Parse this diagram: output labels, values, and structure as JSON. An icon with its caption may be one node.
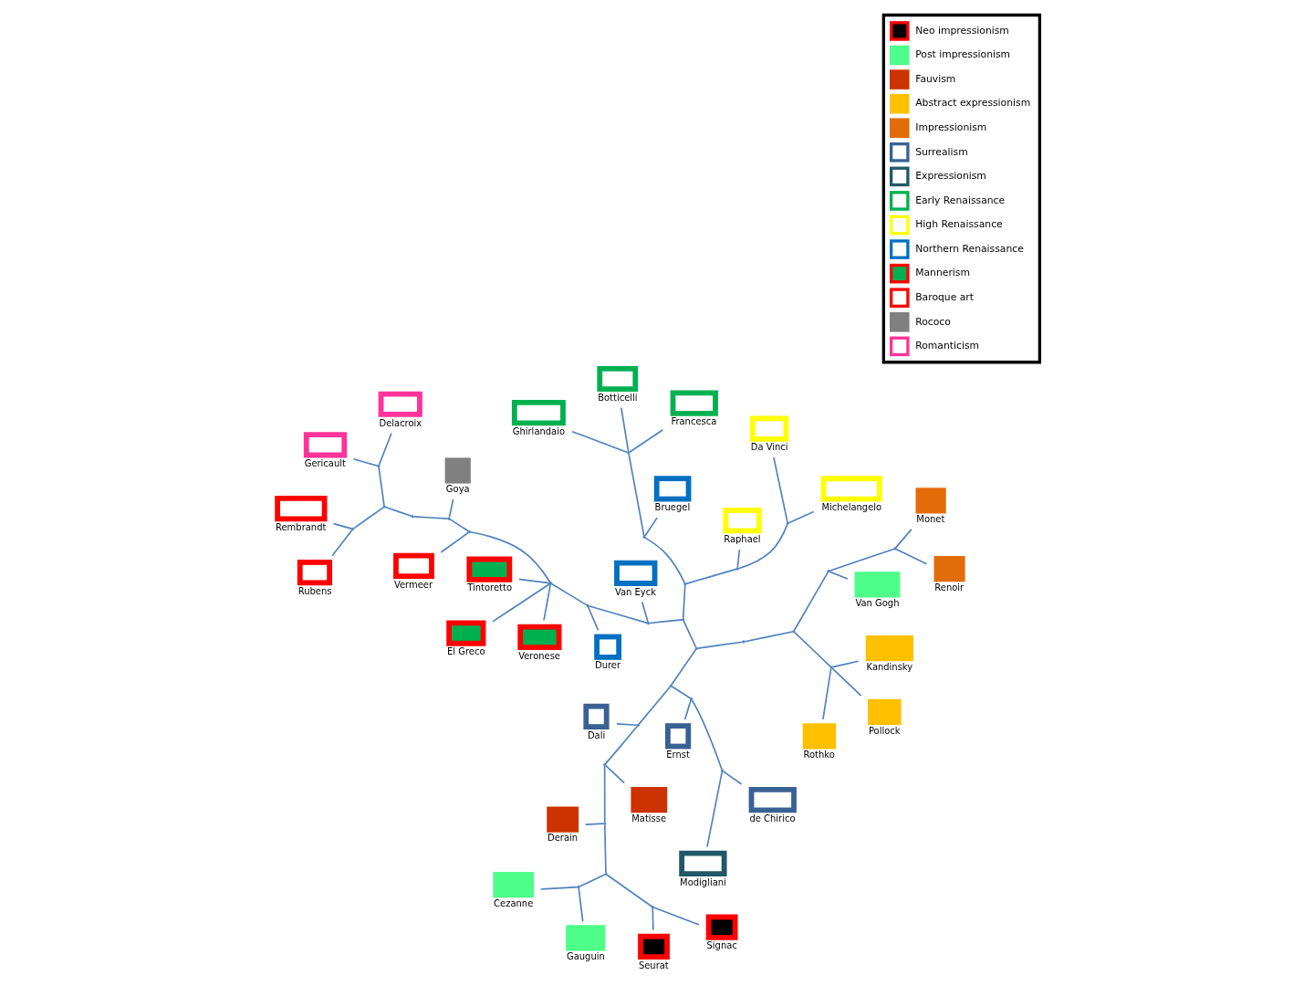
{
  "diagram": {
    "nodes": [
      {
        "text": [],
        "shape": "box",
        "beside": [
          "Seurat"
        ]
      },
      {
        "text": [],
        "shape": "box",
        "beside": [
          "Signac"
        ]
      },
      {
        "text": [],
        "shape": "box",
        "beside": [
          "Gauguin"
        ]
      },
      {
        "text": [],
        "shape": "box",
        "beside": [
          "Cezanne"
        ]
      },
      {
        "text": [],
        "shape": "box",
        "beside": [
          "Kandinsky"
        ]
      },
      {
        "text": [],
        "shape": "box",
        "beside": [
          "Derain"
        ]
      },
      {
        "text": [],
        "shape": "box",
        "beside": [
          "Rothko"
        ]
      },
      {
        "text": [],
        "shape": "box",
        "beside": [
          "Pollock"
        ]
      },
      {
        "text": [],
        "shape": "box",
        "beside": [
          "Van Gogh"
        ]
      },
      {
        "text": [],
        "shape": "box",
        "beside": [
          "Matisse"
        ]
      },
      {
        "text": [],
        "shape": "box",
        "beside": [
          "Renoir"
        ]
      },
      {
        "text": [],
        "shape": "box",
        "beside": [
          "Dali"
        ]
      },
      {
        "text": [],
        "shape": "box",
        "beside": [
          "Modigliani"
        ]
      },
      {
        "text": [],
        "shape": "box",
        "beside": [
          "Monet"
        ]
      },
      {
        "text": [],
        "shape": "box",
        "beside": [
          "de Chirico"
        ]
      },
      {
        "text": [],
        "shape": "box",
        "beside": [
          "Ernst"
        ]
      },
      {
        "text": [],
        "shape": "box",
        "beside": [
          "Bruegel"
        ]
      },
      {
        "text": [],
        "shape": "box",
        "beside": [
          "Botticelli"
        ]
      },
      {
        "text": [],
        "shape": "box",
        "beside": [
          "Ghirlandaio"
        ]
      },
      {
        "text": [],
        "shape": "box",
        "beside": [
          "Van Eyck"
        ]
      },
      {
        "text": [],
        "shape": "box",
        "beside": [
          "Durer"
        ]
      },
      {
        "text": [],
        "shape": "box",
        "beside": [
          "Vermeer"
        ]
      },
      {
        "text": [],
        "shape": "box",
        "beside": [
          "Francesca"
        ]
      },
      {
        "text": [],
        "shape": "box",
        "beside": [
          "Rembrandt"
        ]
      },
      {
        "text": [],
        "shape": "box",
        "beside": [
          "Raphael"
        ]
      },
      {
        "text": [],
        "shape": "box",
        "beside": [
          "Rubens"
        ]
      },
      {
        "text": [],
        "shape": "box",
        "beside": [
          "Michelangelo"
        ]
      },
      {
        "text": [],
        "shape": "box",
        "beside": [
          "Tintoretto"
        ]
      },
      {
        "text": [],
        "shape": "box",
        "beside": [
          "El Greco"
        ]
      },
      {
        "text": [],
        "shape": "box",
        "beside": [
          "Veronese"
        ]
      },
      {
        "text": [],
        "shape": "box",
        "beside": [
          "Da Vinci"
        ]
      },
      {
        "text": [],
        "shape": "box",
        "beside": [
          "Goya"
        ]
      },
      {
        "text": [],
        "shape": "box",
        "beside": [
          "Gericault"
        ]
      },
      {
        "text": [],
        "shape": "box",
        "beside": [
          "Delacroix"
        ]
      },
      {
        "text": [],
        "shape": "point"
      },
      {
        "text": [],
        "shape": "point"
      },
      {
        "text": [],
        "shape": "point"
      },
      {
        "text": [],
        "shape": "point"
      },
      {
        "text": [],
        "shape": "point"
      },
      {
        "text": [],
        "shape": "point"
      },
      {
        "text": [],
        "shape": "point"
      },
      {
        "text": [],
        "shape": "point"
      },
      {
        "text": [],
        "shape": "point"
      },
      {
        "text": [],
        "shape": "point"
      },
      {
        "text": [],
        "shape": "point"
      },
      {
        "text": [],
        "shape": "point"
      },
      {
        "text": [],
        "shape": "point"
      },
      {
        "text": [],
        "shape": "point"
      },
      {
        "text": [],
        "shape": "point"
      },
      {
        "text": [],
        "shape": "point"
      },
      {
        "text": [],
        "shape": "point"
      },
      {
        "text": [],
        "shape": "point"
      },
      {
        "text": [],
        "shape": "point"
      },
      {
        "text": [],
        "shape": "point"
      },
      {
        "text": [],
        "shape": "point"
      },
      {
        "text": [],
        "shape": "point"
      },
      {
        "text": [],
        "shape": "point"
      },
      {
        "text": [],
        "shape": "point"
      },
      {
        "text": [],
        "shape": "point"
      },
      {
        "text": [],
        "shape": "point"
      },
      {
        "text": [],
        "shape": "point"
      },
      {
        "text": [],
        "shape": "point"
      },
      {
        "text": [],
        "shape": "point"
      },
      {
        "text": [],
        "shape": "point"
      }
    ],
    "edges": [
      {
        "from": 34,
        "to": 35,
        "arrow": "none"
      },
      {
        "from": 34,
        "to": 36,
        "arrow": "none"
      },
      {
        "from": 34,
        "to": 45,
        "arrow": "none"
      },
      {
        "from": 36,
        "to": 37,
        "arrow": "none"
      },
      {
        "from": 36,
        "to": 39,
        "arrow": "none"
      },
      {
        "from": 37,
        "to": 15,
        "arrow": "none"
      },
      {
        "from": 37,
        "to": 38,
        "arrow": "none"
      },
      {
        "from": 38,
        "to": 12,
        "arrow": "none"
      },
      {
        "from": 38,
        "to": 14,
        "arrow": "none"
      },
      {
        "from": 39,
        "to": 11,
        "arrow": "none"
      },
      {
        "from": 39,
        "to": 40,
        "arrow": "none"
      },
      {
        "from": 40,
        "to": 9,
        "arrow": "none"
      },
      {
        "from": 40,
        "to": 41,
        "arrow": "none"
      },
      {
        "from": 41,
        "to": 5,
        "arrow": "none"
      },
      {
        "from": 41,
        "to": 42,
        "arrow": "none"
      },
      {
        "from": 42,
        "to": 43,
        "arrow": "none"
      },
      {
        "from": 43,
        "to": 0,
        "arrow": "none"
      },
      {
        "from": 43,
        "to": 1,
        "arrow": "none"
      },
      {
        "from": 42,
        "to": 44,
        "arrow": "none"
      },
      {
        "from": 44,
        "to": 2,
        "arrow": "none"
      },
      {
        "from": 44,
        "to": 3,
        "arrow": "none"
      },
      {
        "from": 45,
        "to": 46,
        "arrow": "none"
      },
      {
        "from": 46,
        "to": 47,
        "arrow": "none"
      },
      {
        "from": 47,
        "to": 4,
        "arrow": "none"
      },
      {
        "from": 47,
        "to": 6,
        "arrow": "none"
      },
      {
        "from": 47,
        "to": 7,
        "arrow": "none"
      },
      {
        "from": 46,
        "to": 48,
        "arrow": "none"
      },
      {
        "from": 48,
        "to": 8,
        "arrow": "none"
      },
      {
        "from": 48,
        "to": 49,
        "arrow": "none"
      },
      {
        "from": 49,
        "to": 13,
        "arrow": "none"
      },
      {
        "from": 49,
        "to": 10,
        "arrow": "none"
      },
      {
        "from": 35,
        "to": 52,
        "arrow": "none"
      },
      {
        "from": 52,
        "to": 50,
        "arrow": "none"
      },
      {
        "from": 50,
        "to": 16,
        "arrow": "none"
      },
      {
        "from": 50,
        "to": 51,
        "arrow": "none"
      },
      {
        "from": 51,
        "to": 17,
        "arrow": "none"
      },
      {
        "from": 51,
        "to": 22,
        "arrow": "none"
      },
      {
        "from": 51,
        "to": 18,
        "arrow": "none"
      },
      {
        "from": 52,
        "to": 53,
        "arrow": "none"
      },
      {
        "from": 53,
        "to": 24,
        "arrow": "none"
      },
      {
        "from": 53,
        "to": 54,
        "arrow": "none"
      },
      {
        "from": 54,
        "to": 26,
        "arrow": "none"
      },
      {
        "from": 54,
        "to": 30,
        "arrow": "none"
      },
      {
        "from": 35,
        "to": 55,
        "arrow": "none"
      },
      {
        "from": 55,
        "to": 19,
        "arrow": "none"
      },
      {
        "from": 55,
        "to": 56,
        "arrow": "none"
      },
      {
        "from": 56,
        "to": 20,
        "arrow": "none"
      },
      {
        "from": 56,
        "to": 57,
        "arrow": "none"
      },
      {
        "from": 57,
        "to": 27,
        "arrow": "none"
      },
      {
        "from": 57,
        "to": 28,
        "arrow": "none"
      },
      {
        "from": 57,
        "to": 29,
        "arrow": "none"
      },
      {
        "from": 57,
        "to": 58,
        "arrow": "none"
      },
      {
        "from": 58,
        "to": 21,
        "arrow": "none"
      },
      {
        "from": 58,
        "to": 59,
        "arrow": "none"
      },
      {
        "from": 59,
        "to": 31,
        "arrow": "none"
      },
      {
        "from": 59,
        "to": 60,
        "arrow": "none"
      },
      {
        "from": 60,
        "to": 61,
        "arrow": "none"
      },
      {
        "from": 61,
        "to": 62,
        "arrow": "none"
      },
      {
        "from": 62,
        "to": 23,
        "arrow": "none"
      },
      {
        "from": 62,
        "to": 25,
        "arrow": "none"
      },
      {
        "from": 61,
        "to": 63,
        "arrow": "none"
      },
      {
        "from": 63,
        "to": 32,
        "arrow": "none"
      },
      {
        "from": 63,
        "to": 33,
        "arrow": "none"
      }
    ],
    "legend": [
      {
        "text": "Neo impressionism",
        "color": "#ff0000"
      },
      {
        "text": "Post impressionism",
        "color": "#4dff88"
      },
      {
        "text": "Fauvism",
        "color": "#cc3300"
      },
      {
        "text": "Abstract expressionism",
        "color": "#ffc000"
      },
      {
        "text": "Impressionism",
        "color": "#e36c0a"
      },
      {
        "text": "Surrealism",
        "color": "#3a6193"
      },
      {
        "text": "Expressionism",
        "color": "#215868"
      },
      {
        "text": "Early Renaissance",
        "color": "#00b050"
      },
      {
        "text": "High Renaissance",
        "color": "#ffff00"
      },
      {
        "text": "Northern Renaissance",
        "color": "#0070c0"
      },
      {
        "text": "Mannerism",
        "color": "#ff0000"
      },
      {
        "text": "Baroque art",
        "color": "#ff0000"
      },
      {
        "text": "Rococo",
        "color": "#808080"
      },
      {
        "text": "Romanticism",
        "color": "#ff3399"
      }
    ]
  }
}
